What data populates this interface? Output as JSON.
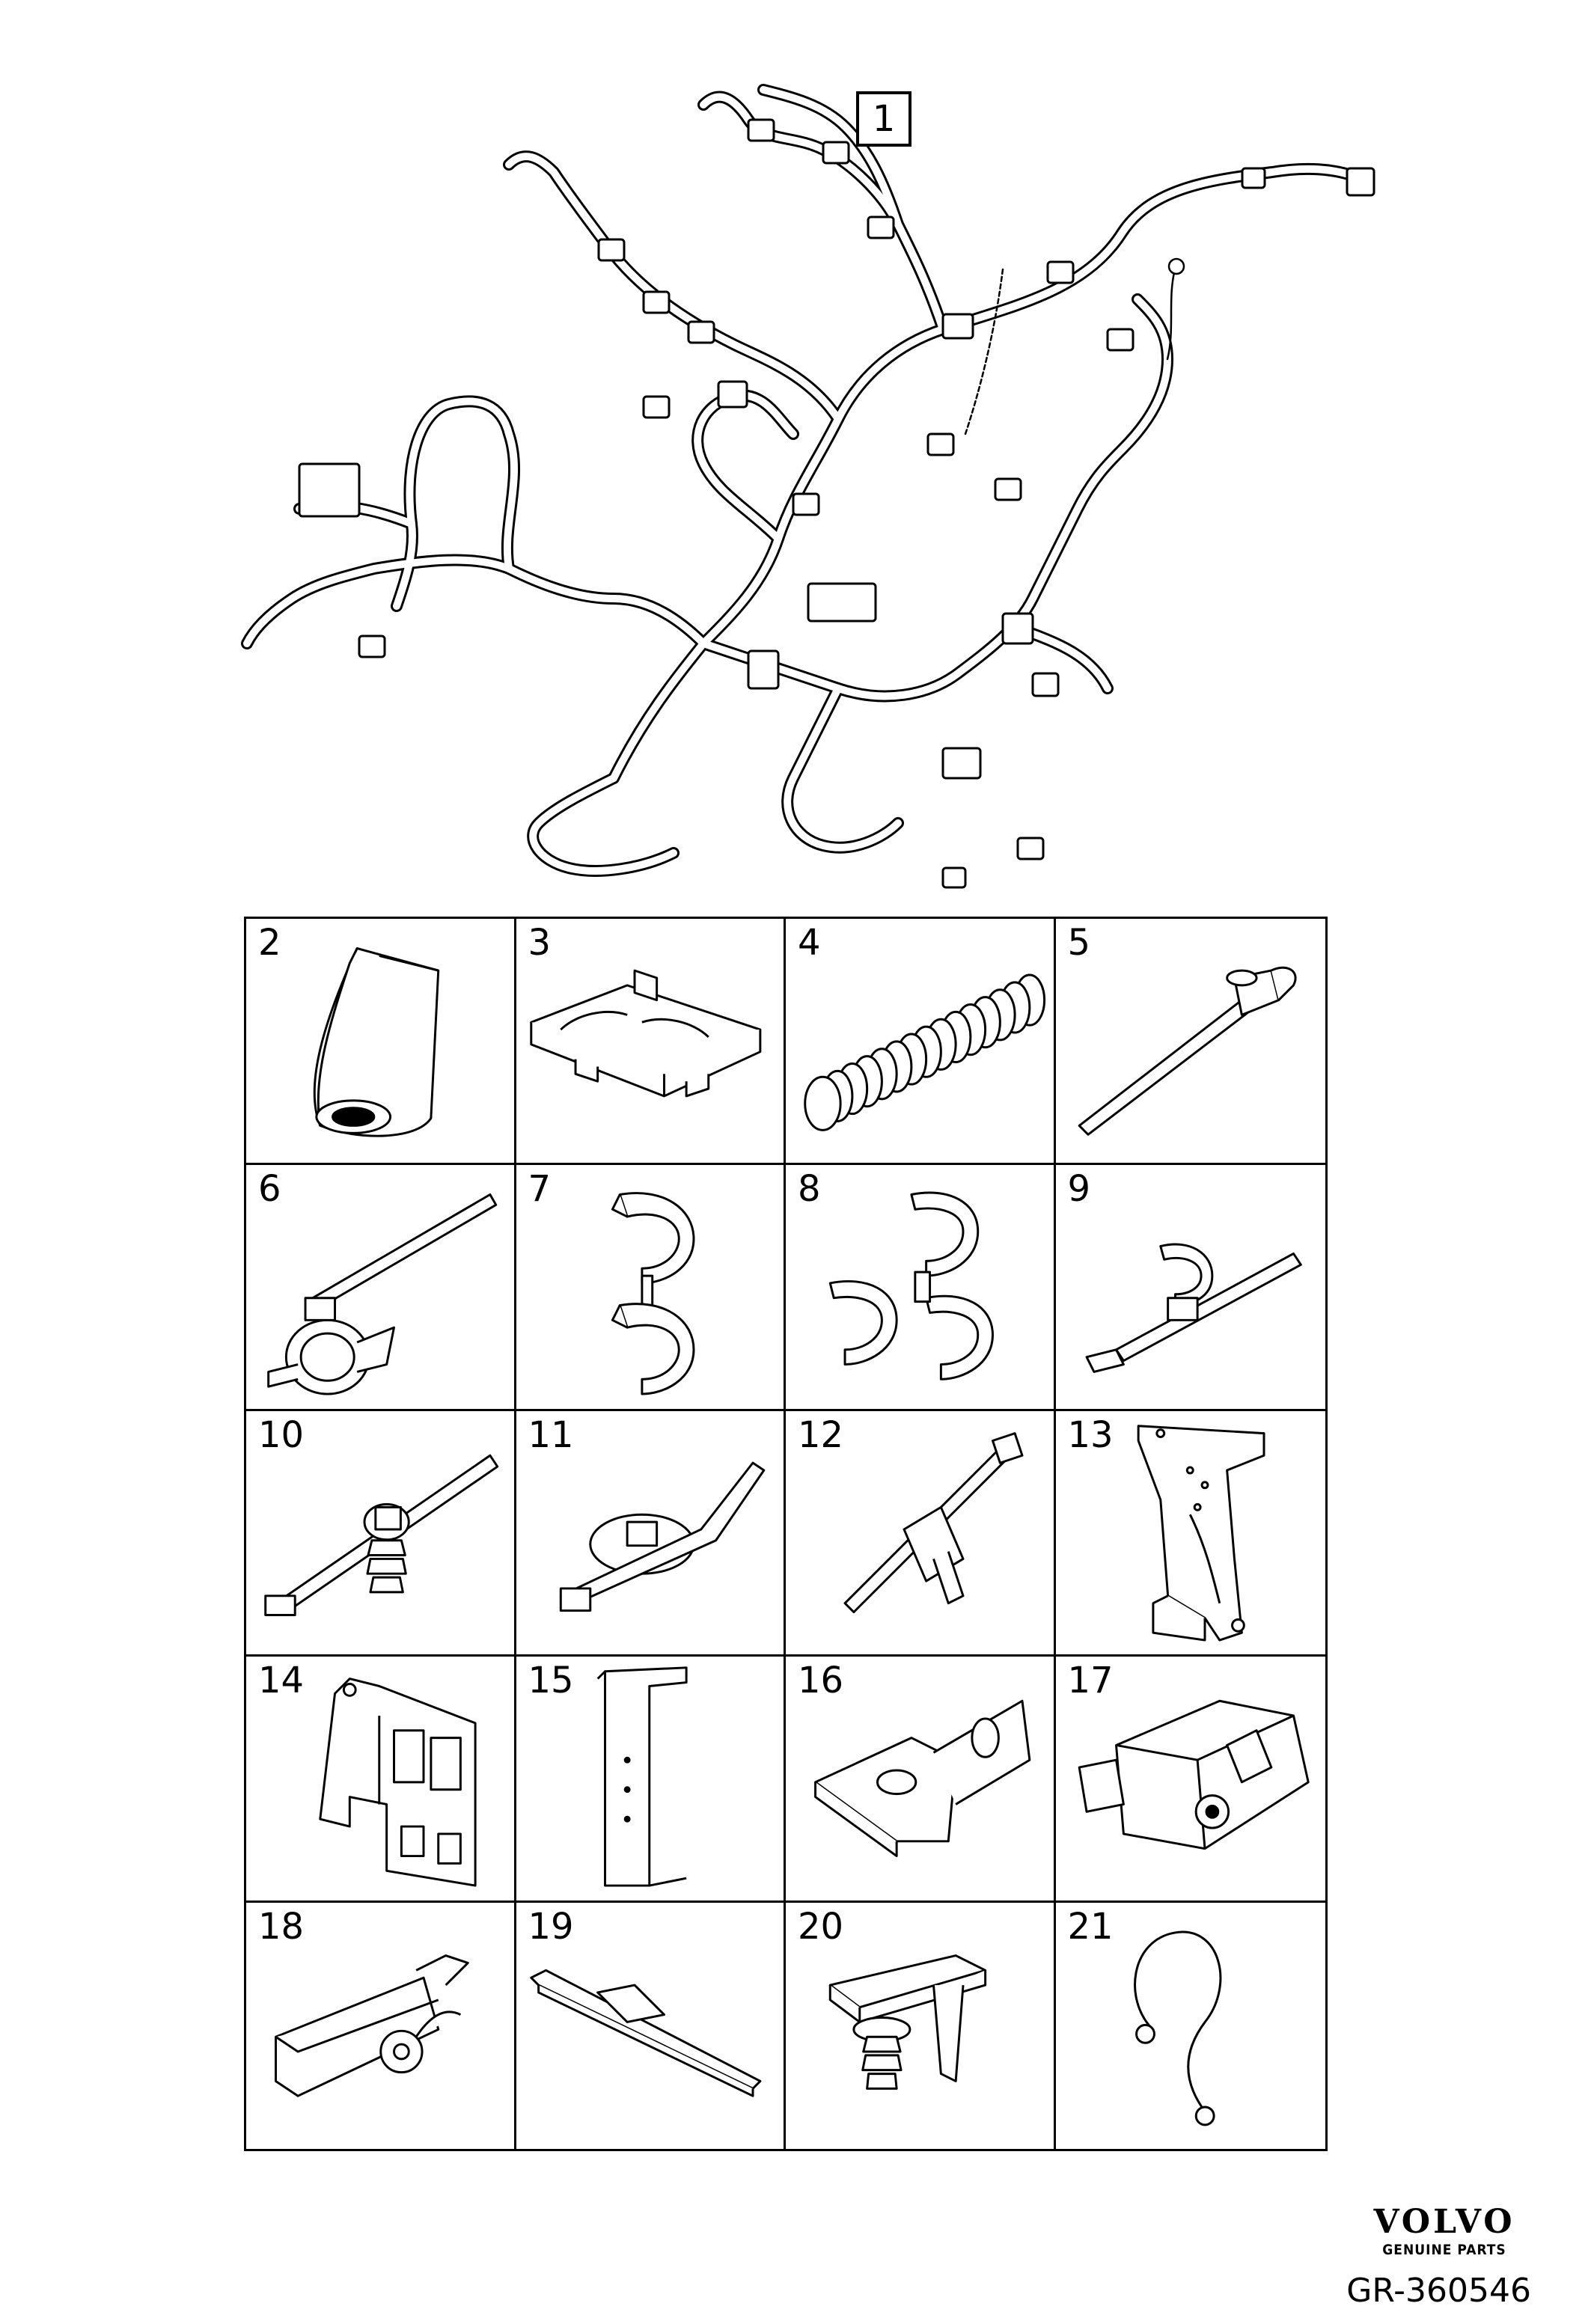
{
  "callout_main": "1",
  "parts": [
    {
      "number": "2",
      "icon": "rubber-boot-icon"
    },
    {
      "number": "3",
      "icon": "cable-channel-icon"
    },
    {
      "number": "4",
      "icon": "convoluted-tube-icon"
    },
    {
      "number": "5",
      "icon": "cable-tie-push-mount-icon"
    },
    {
      "number": "6",
      "icon": "cable-tie-clamp-icon"
    },
    {
      "number": "7",
      "icon": "double-clip-icon"
    },
    {
      "number": "8",
      "icon": "triple-clip-icon"
    },
    {
      "number": "9",
      "icon": "clip-with-tie-icon"
    },
    {
      "number": "10",
      "icon": "tie-with-fir-tree-icon"
    },
    {
      "number": "11",
      "icon": "tie-with-disc-icon"
    },
    {
      "number": "12",
      "icon": "tie-with-edge-clip-icon"
    },
    {
      "number": "13",
      "icon": "bracket-icon"
    },
    {
      "number": "14",
      "icon": "connector-bracket-icon"
    },
    {
      "number": "15",
      "icon": "strap-bracket-icon"
    },
    {
      "number": "16",
      "icon": "angle-bracket-icon"
    },
    {
      "number": "17",
      "icon": "connector-holder-icon"
    },
    {
      "number": "18",
      "icon": "cover-holder-icon"
    },
    {
      "number": "19",
      "icon": "strap-icon"
    },
    {
      "number": "20",
      "icon": "push-clip-icon"
    },
    {
      "number": "21",
      "icon": "loop-tie-icon"
    }
  ],
  "brand": {
    "name": "VOLVO",
    "tagline": "GENUINE PARTS"
  },
  "reference": "GR-360546"
}
